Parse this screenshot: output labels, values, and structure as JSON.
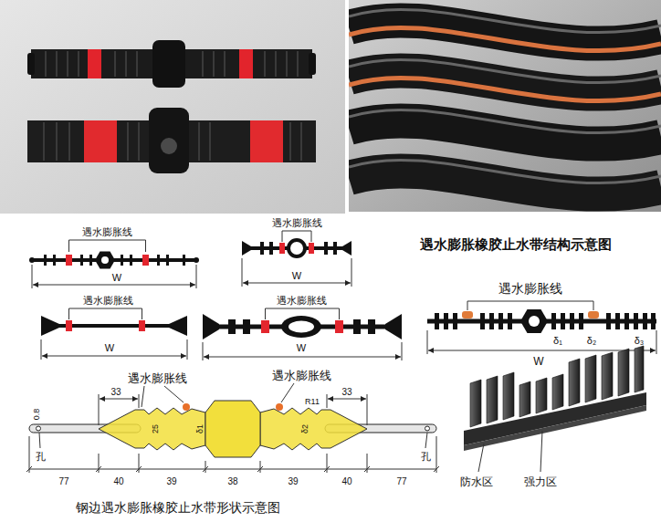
{
  "diagram": {
    "title": "遇水膨胀橡胶止水带结构示意图",
    "caption": "钢边遇水膨胀橡胶止水带形状示意图",
    "labels": [
      "遇水膨胀线",
      "W",
      "遇水膨胀线",
      "W",
      "遇水膨胀线",
      "W",
      "遇水膨胀线",
      "W",
      "遇水膨胀线",
      "δ₁",
      "δ₂",
      "δ₃",
      "W",
      "遇水膨胀线",
      "遇水膨胀线",
      "33",
      "0.8",
      "25",
      "δ1",
      "δ2",
      "R11",
      "33",
      "孔",
      "孔",
      "77",
      "40",
      "39",
      "38",
      "39",
      "40",
      "77",
      "防水区",
      "强力区"
    ]
  }
}
